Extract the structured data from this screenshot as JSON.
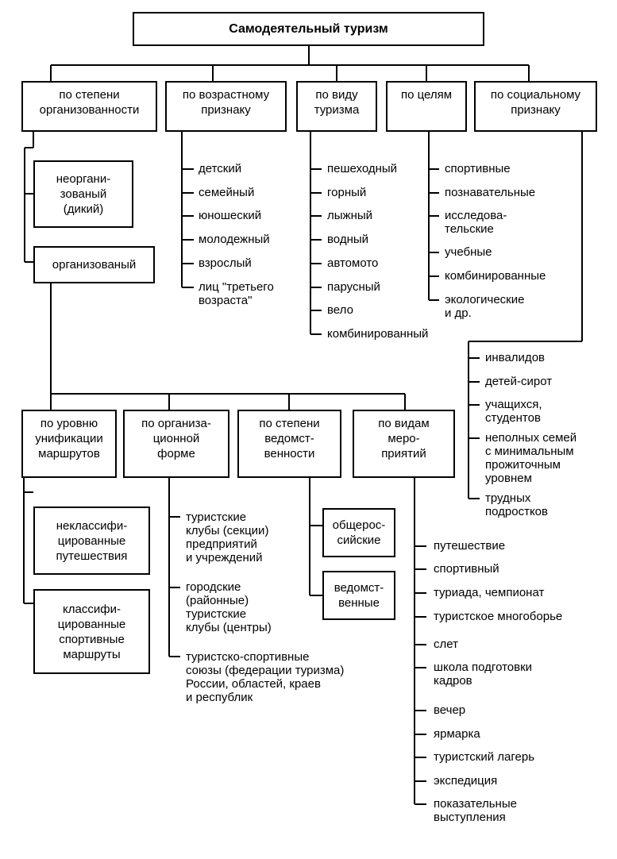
{
  "root": "Самодеятельный туризм",
  "categories": [
    "по степени\nорганизованности",
    "по возрастному\nпризнаку",
    "по виду\nтуризма",
    "по целям",
    "по социальному\nпризнаку"
  ],
  "organization": {
    "unorganized": "неоргани-\nзованый\n(дикий)",
    "organized": "организованый"
  },
  "age": [
    "детский",
    "семейный",
    "юношеский",
    "молодежный",
    "взрослый",
    "лиц \"третьего\nвозраста\""
  ],
  "kind": [
    "пешеходный",
    "горный",
    "лыжный",
    "водный",
    "автомото",
    "парусный",
    "вело",
    "комбинированный"
  ],
  "goals": [
    "спортивные",
    "познавательные",
    "исследова-\nтельские",
    "учебные",
    "комбинированные",
    "экологические\nи др."
  ],
  "social": [
    "инвалидов",
    "детей-сирот",
    "учащихся,\nстудентов",
    "неполных семей\nс минимальным\nпрожиточным\nуровнем",
    "трудных\nподростков"
  ],
  "subcategories": [
    "по уровню\nунификации\nмаршрутов",
    "по организа-\nционной\nформе",
    "по степени\nведомст-\nвенности",
    "по видам\nмеро-\nприятий"
  ],
  "unification": [
    "неклассифи-\nцированные\nпутешествия",
    "классифи-\nцированные\nспортивные\nмаршруты"
  ],
  "org_form": [
    "туристские\nклубы (секции)\nпредприятий\nи учреждений",
    "городские\n(районные)\nтуристские\nклубы (центры)",
    "туристско-спортивные\nсоюзы (федерации туризма)\nРоссии, областей, краев\nи республик"
  ],
  "departmental": [
    "общерос-\nсийские",
    "ведомст-\nвенные"
  ],
  "events": [
    "путешествие",
    "спортивный",
    "туриада, чемпионат",
    "туристское многоборье",
    "слет",
    "школа подготовки\nкадров",
    "вечер",
    "ярмарка",
    "туристский лагерь",
    "экспедиция",
    "показательные\nвыступления"
  ]
}
